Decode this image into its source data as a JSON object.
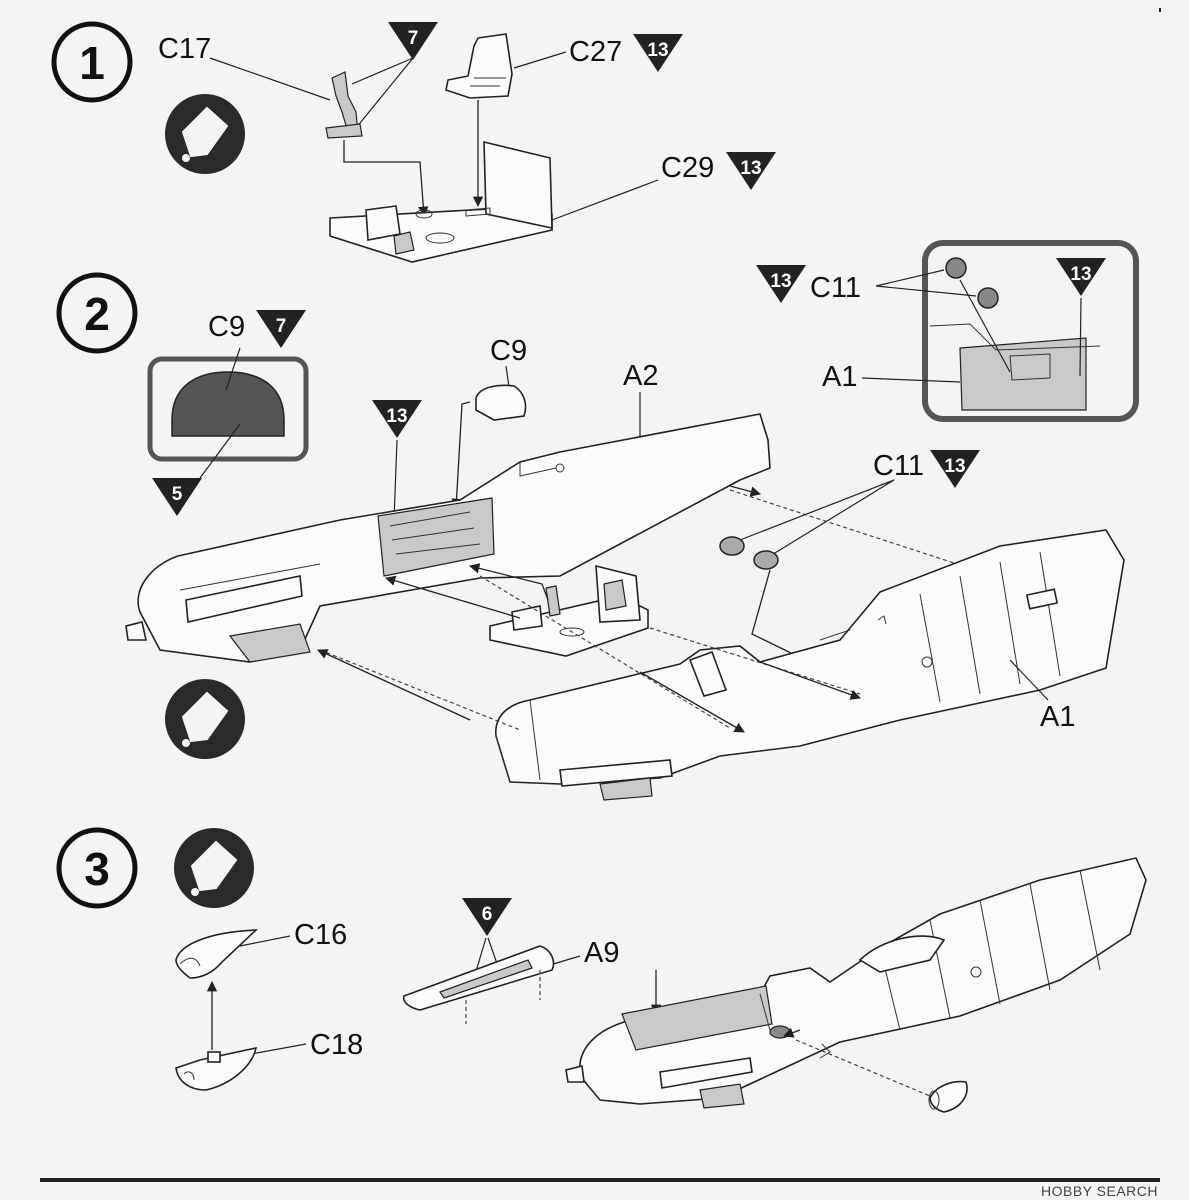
{
  "steps": [
    {
      "number": "1"
    },
    {
      "number": "2"
    },
    {
      "number": "3"
    }
  ],
  "labels": {
    "c17": "C17",
    "c27": "C27",
    "c29": "C29",
    "c9_inset": "C9",
    "c9": "C9",
    "a2": "A2",
    "c11_inset": "C11",
    "a1_inset": "A1",
    "c11": "C11",
    "a1": "A1",
    "c16": "C16",
    "a9": "A9",
    "c18": "C18"
  },
  "color_refs": {
    "s1_c17": "7",
    "s1_c27": "13",
    "s1_c29": "13",
    "s2_c9_top": "7",
    "s2_c9_bottom": "5",
    "s2_cockpit": "13",
    "s2_c11_inset": "13",
    "s2_inset_right": "13",
    "s2_c11": "13",
    "s3_a9": "6"
  },
  "watermark": "HOBBY SEARCH",
  "colors": {
    "ink": "#222222",
    "shade": "#c9c9c7",
    "paper": "#f4f4f2"
  }
}
